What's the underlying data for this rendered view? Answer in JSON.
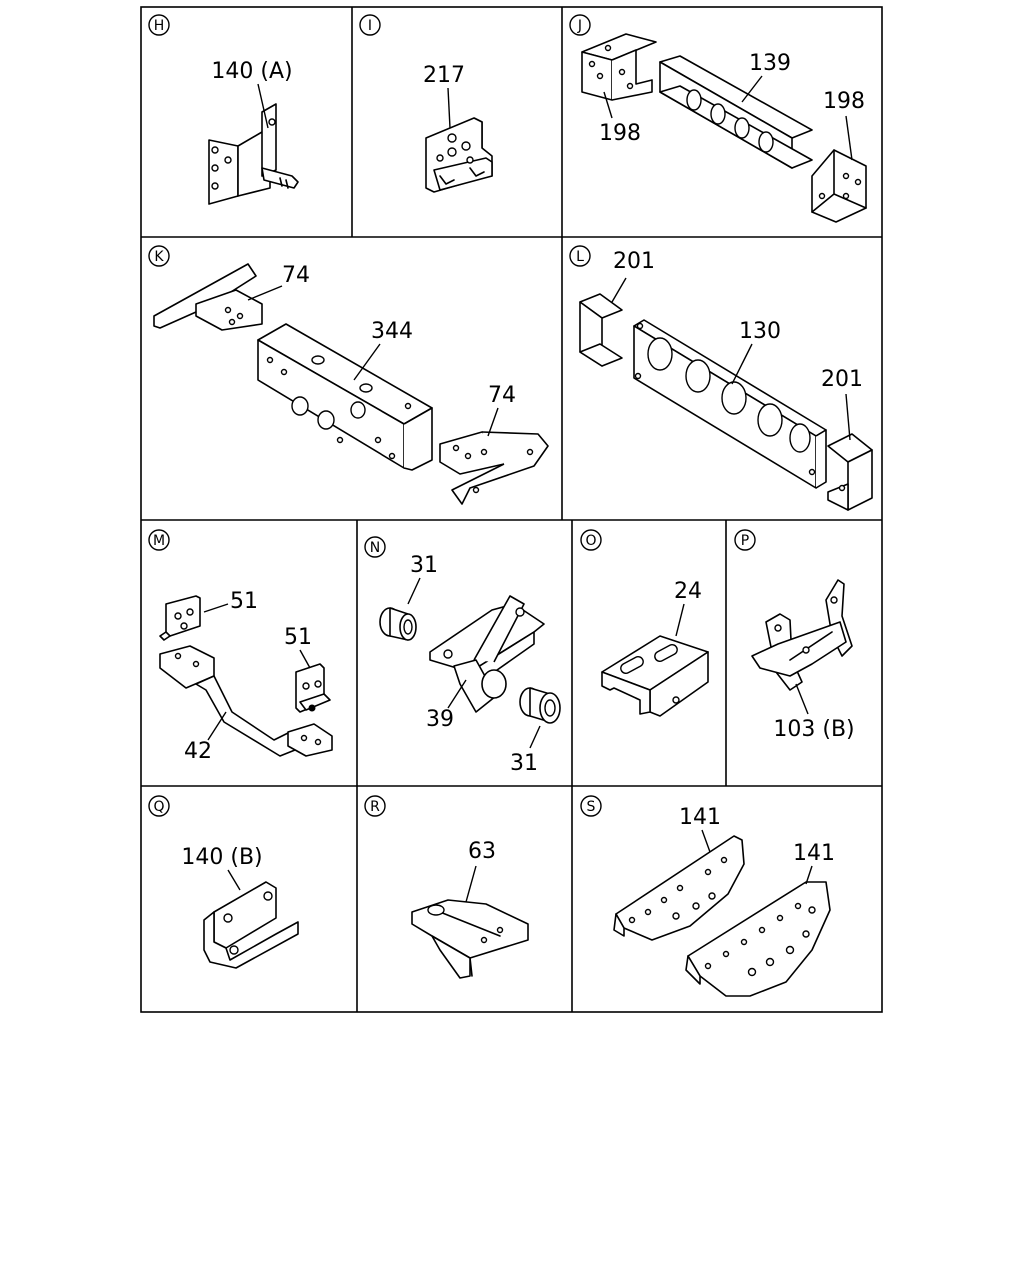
{
  "colors": {
    "line": "#000000",
    "background": "#ffffff"
  },
  "panels": {
    "H": {
      "letter": "H",
      "labels": [
        "140 (A)"
      ]
    },
    "I": {
      "letter": "I",
      "labels": [
        "217"
      ]
    },
    "J": {
      "letter": "J",
      "labels": [
        "139",
        "198",
        "198"
      ]
    },
    "K": {
      "letter": "K",
      "labels": [
        "74",
        "344",
        "74"
      ]
    },
    "L": {
      "letter": "L",
      "labels": [
        "201",
        "130",
        "201"
      ]
    },
    "M": {
      "letter": "M",
      "labels": [
        "51",
        "51",
        "42"
      ]
    },
    "N": {
      "letter": "N",
      "labels": [
        "31",
        "39",
        "31"
      ]
    },
    "O": {
      "letter": "O",
      "labels": [
        "24"
      ]
    },
    "P": {
      "letter": "P",
      "labels": [
        "103 (B)"
      ]
    },
    "Q": {
      "letter": "Q",
      "labels": [
        "140 (B)"
      ]
    },
    "R": {
      "letter": "R",
      "labels": [
        "63"
      ]
    },
    "S": {
      "letter": "S",
      "labels": [
        "141",
        "141"
      ]
    }
  }
}
